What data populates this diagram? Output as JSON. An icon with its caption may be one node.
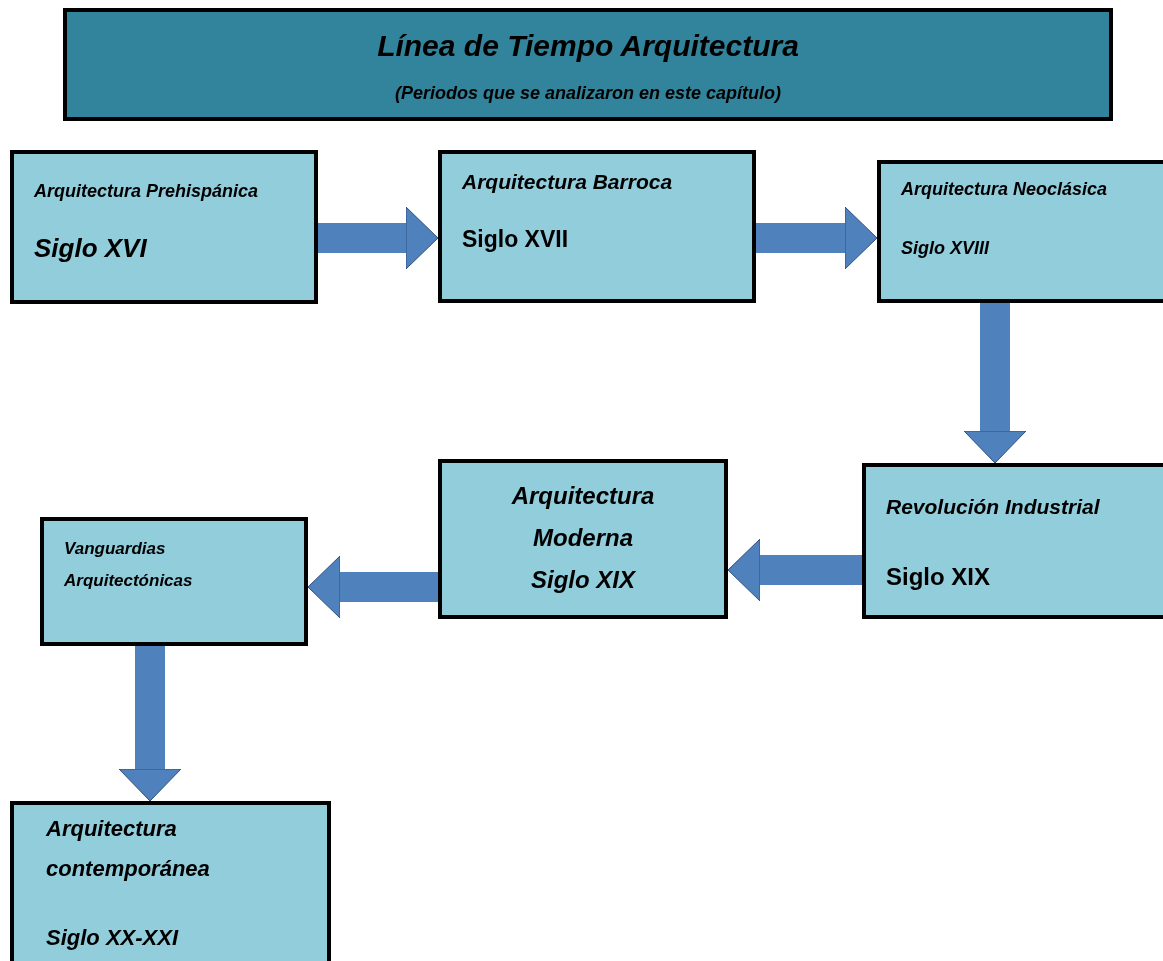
{
  "diagram": {
    "nodes": [
      {
        "text": [
          "Línea de Tiempo Arquitectura",
          "(Periodos que se analizaron en este capítulo)"
        ]
      },
      {
        "text": [
          "Arquitectura Prehispánica",
          "Siglo XVI"
        ]
      },
      {
        "text": [
          "Arquitectura Barroca",
          "Siglo XVII"
        ]
      },
      {
        "text": [
          "Arquitectura Neoclásica",
          "Siglo XVIII"
        ]
      },
      {
        "text": [
          "Revolución Industrial",
          "Siglo XIX"
        ]
      },
      {
        "text": [
          "Arquitectura Moderna",
          "Siglo XIX"
        ]
      },
      {
        "text": [
          "Vanguardias Arquitectónicas"
        ]
      },
      {
        "text": [
          "Arquitectura contemporánea",
          "Siglo XX-XXI"
        ]
      }
    ],
    "edges": [
      {
        "from": 1,
        "to": 2,
        "arrow": "to"
      },
      {
        "from": 2,
        "to": 3,
        "arrow": "to"
      },
      {
        "from": 3,
        "to": 4,
        "arrow": "to"
      },
      {
        "from": 4,
        "to": 5,
        "arrow": "to"
      },
      {
        "from": 5,
        "to": 6,
        "arrow": "to"
      },
      {
        "from": 6,
        "to": 7,
        "arrow": "to"
      }
    ]
  }
}
